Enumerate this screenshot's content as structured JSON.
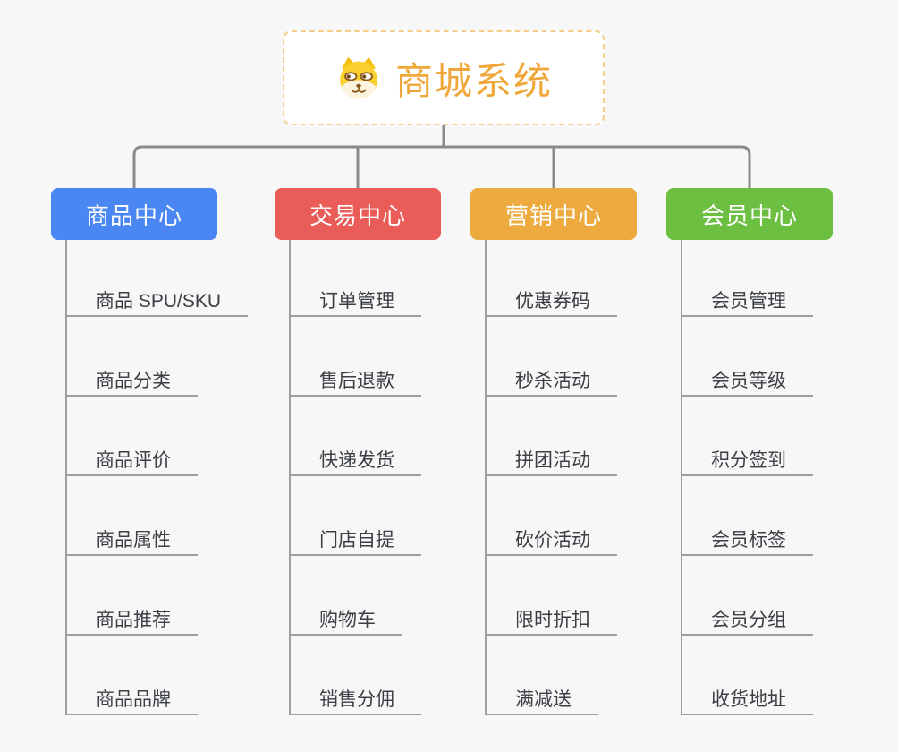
{
  "root": {
    "title": "商城系统",
    "icon": "dog-face-icon"
  },
  "branches": [
    {
      "label": "商品中心",
      "color": "#4a87f2",
      "items": [
        "商品 SPU/SKU",
        "商品分类",
        "商品评价",
        "商品属性",
        "商品推荐",
        "商品品牌"
      ]
    },
    {
      "label": "交易中心",
      "color": "#e95c57",
      "items": [
        "订单管理",
        "售后退款",
        "快递发货",
        "门店自提",
        "购物车",
        "销售分佣"
      ]
    },
    {
      "label": "营销中心",
      "color": "#ecaa3f",
      "items": [
        "优惠券码",
        "秒杀活动",
        "拼团活动",
        "砍价活动",
        "限时折扣",
        "满减送"
      ]
    },
    {
      "label": "会员中心",
      "color": "#6dbf42",
      "items": [
        "会员管理",
        "会员等级",
        "积分签到",
        "会员标签",
        "会员分组",
        "收货地址"
      ]
    }
  ],
  "colors": {
    "background": "#f7f7f7",
    "root_accent": "#f0a73a",
    "root_border": "#f4cf8b",
    "connector": "#8a8a8a",
    "leaf_line": "#9e9e9e",
    "leaf_text": "#3b3f45"
  }
}
